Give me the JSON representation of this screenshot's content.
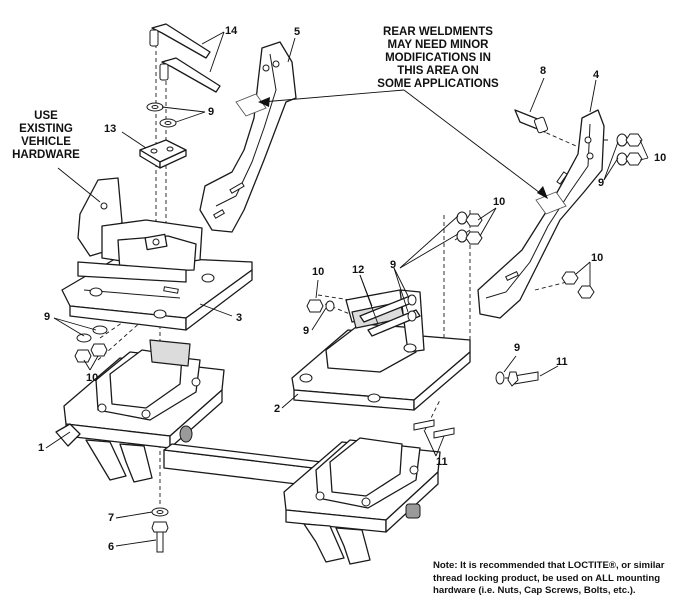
{
  "callouts": {
    "rear_weldments": [
      "REAR WELDMENTS",
      "MAY NEED MINOR",
      "MODIFICATIONS IN",
      "THIS AREA ON",
      "SOME APPLICATIONS"
    ],
    "use_existing": [
      "USE",
      "EXISTING",
      "VEHICLE",
      "HARDWARE"
    ]
  },
  "note": [
    "Note: It is recommended that LOCTITE®, or similar",
    "thread locking product, be used on ALL mounting",
    "hardware (i.e. Nuts, Cap Screws, Bolts, etc.)."
  ],
  "part_numbers": {
    "p1": "1",
    "p2": "2",
    "p3": "3",
    "p4": "4",
    "p5": "5",
    "p6": "6",
    "p7": "7",
    "p8": "8",
    "p9_upper": "9",
    "p9_left": "9",
    "p9_center": "9",
    "p9_mid": "9",
    "p9_right": "9",
    "p9_lower": "9",
    "p10_left": "10",
    "p10_center": "10",
    "p10_mid": "10",
    "p10_right_upper": "10",
    "p10_right_lower": "10",
    "p11_right": "11",
    "p11_lower": "11",
    "p12": "12",
    "p13": "13",
    "p14": "14"
  }
}
